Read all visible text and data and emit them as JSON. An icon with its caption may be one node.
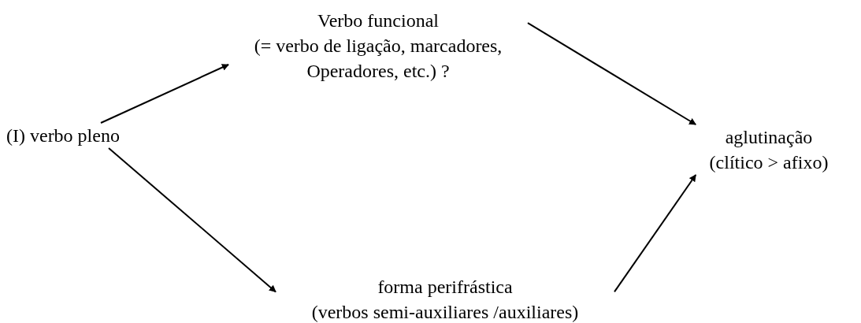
{
  "diagram": {
    "nodes": [
      {
        "text": [
          "(I) verbo pleno"
        ]
      },
      {
        "text": [
          "Verbo funcional",
          "(= verbo de ligação, marcadores, Operadores, etc.) ?"
        ]
      },
      {
        "text": [
          "aglutinação",
          "(clítico > afixo)"
        ]
      },
      {
        "text": [
          "forma perifrástica",
          "(verbos semi-auxiliares /auxiliares)"
        ]
      }
    ],
    "edges": [
      {
        "from": 0,
        "to": 1,
        "arrow": "to"
      },
      {
        "from": 1,
        "to": 2,
        "arrow": "to"
      },
      {
        "from": 0,
        "to": 3,
        "arrow": "to"
      },
      {
        "from": 3,
        "to": 2,
        "arrow": "to"
      }
    ]
  }
}
